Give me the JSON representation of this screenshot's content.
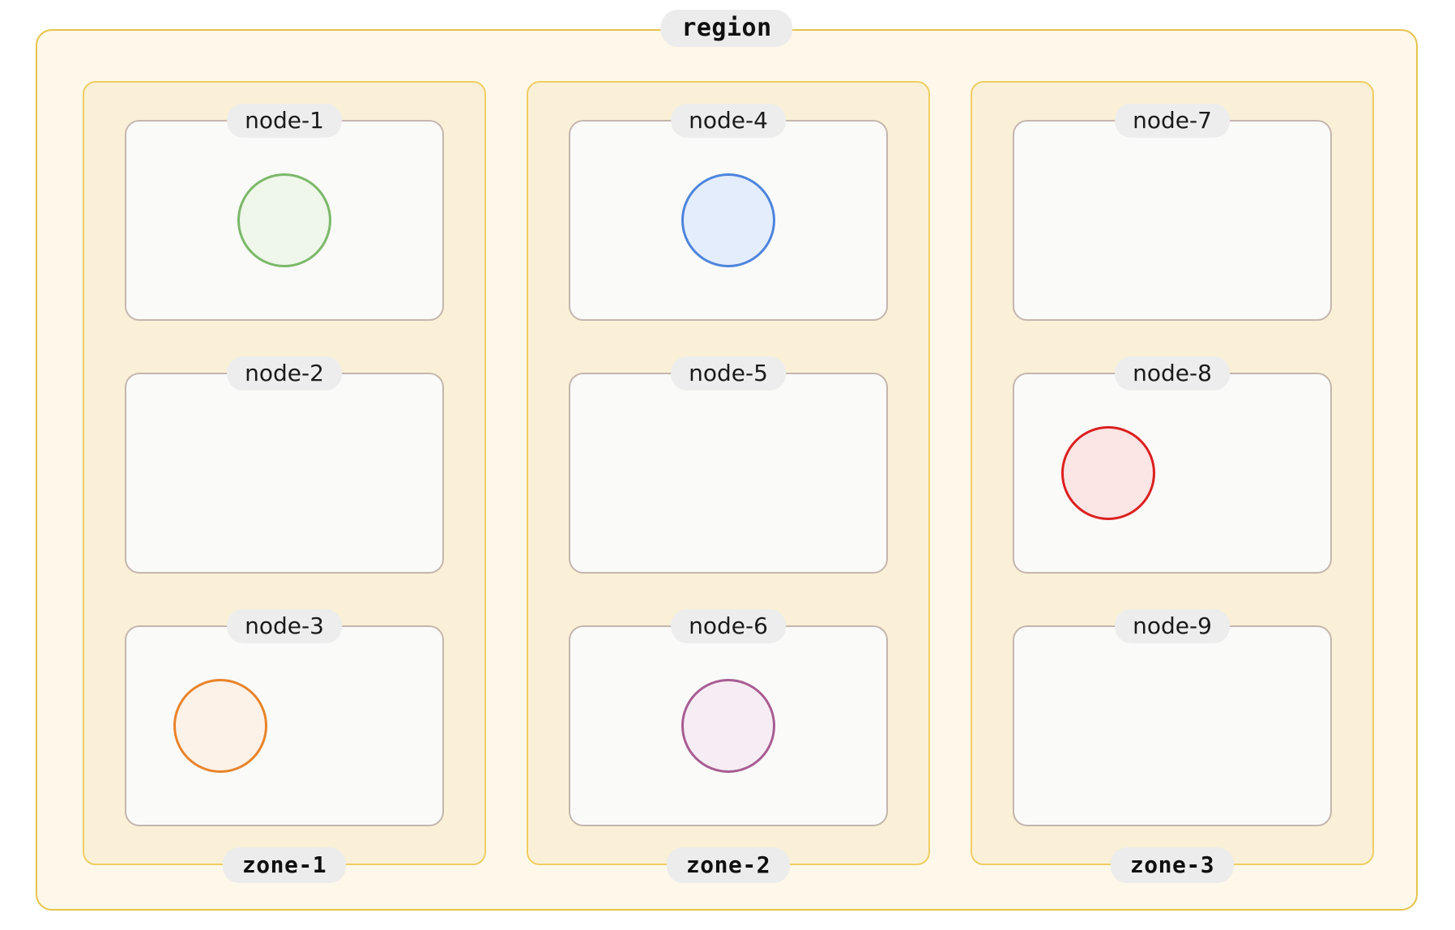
{
  "region": {
    "label": "region",
    "border_color": "#E6C34B",
    "fill_color": "#FDF8EA"
  },
  "zone_style": {
    "border_color": "#EFCE62",
    "fill_color": "#FAF0D7"
  },
  "node_style": {
    "border_color": "#C4B6AE",
    "fill_color": "#FAFAF9"
  },
  "label_pill": {
    "background": "#ECECEC",
    "text_color": "#101010"
  },
  "zones": [
    {
      "label": "zone-1",
      "nodes": [
        {
          "label": "node-1",
          "circle": {
            "present": true,
            "color_name": "green",
            "fill": "#EEF7EA",
            "border": "#7CB86A",
            "align": "center"
          }
        },
        {
          "label": "node-2",
          "circle": {
            "present": false,
            "color_name": "",
            "fill": "",
            "border": "",
            "align": "center"
          }
        },
        {
          "label": "node-3",
          "circle": {
            "present": true,
            "color_name": "orange",
            "fill": "#FDF2E8",
            "border": "#E8842A",
            "align": "left"
          }
        }
      ]
    },
    {
      "label": "zone-2",
      "nodes": [
        {
          "label": "node-4",
          "circle": {
            "present": true,
            "color_name": "blue",
            "fill": "#E3EDFB",
            "border": "#4D84DD",
            "align": "center"
          }
        },
        {
          "label": "node-5",
          "circle": {
            "present": false,
            "color_name": "",
            "fill": "",
            "border": "",
            "align": "center"
          }
        },
        {
          "label": "node-6",
          "circle": {
            "present": true,
            "color_name": "purple",
            "fill": "#F6EDF4",
            "border": "#A85D92",
            "align": "center"
          }
        }
      ]
    },
    {
      "label": "zone-3",
      "nodes": [
        {
          "label": "node-7",
          "circle": {
            "present": false,
            "color_name": "",
            "fill": "",
            "border": "",
            "align": "center"
          }
        },
        {
          "label": "node-8",
          "circle": {
            "present": true,
            "color_name": "red",
            "fill": "#FBE5E5",
            "border": "#DC2020",
            "align": "left"
          }
        },
        {
          "label": "node-9",
          "circle": {
            "present": false,
            "color_name": "",
            "fill": "",
            "border": "",
            "align": "center"
          }
        }
      ]
    }
  ]
}
